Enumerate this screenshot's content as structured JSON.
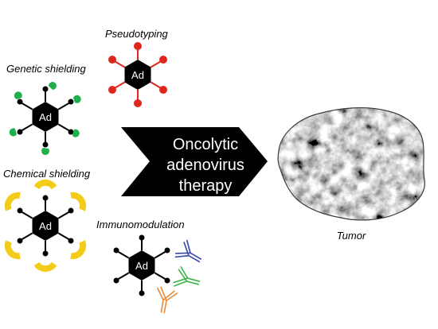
{
  "labels": {
    "pseudotyping": "Pseudotyping",
    "genetic_shielding": "Genetic shielding",
    "chemical_shielding": "Chemical shielding",
    "immunomodulation": "Immunomodulation",
    "tumor": "Tumor"
  },
  "virus_label": "Ad",
  "center_arrow": {
    "line1": "Oncolytic",
    "line2": "adenovirus",
    "line3": "therapy"
  },
  "colors": {
    "hexagon": "#000000",
    "pseudotyping_ball": "#e0261c",
    "genetic_shield": "#1fb04b",
    "chemical_shield": "#f3cc1a",
    "antibody_blue": "#3248a8",
    "antibody_green": "#3bb54a",
    "antibody_orange": "#e88a3c"
  }
}
